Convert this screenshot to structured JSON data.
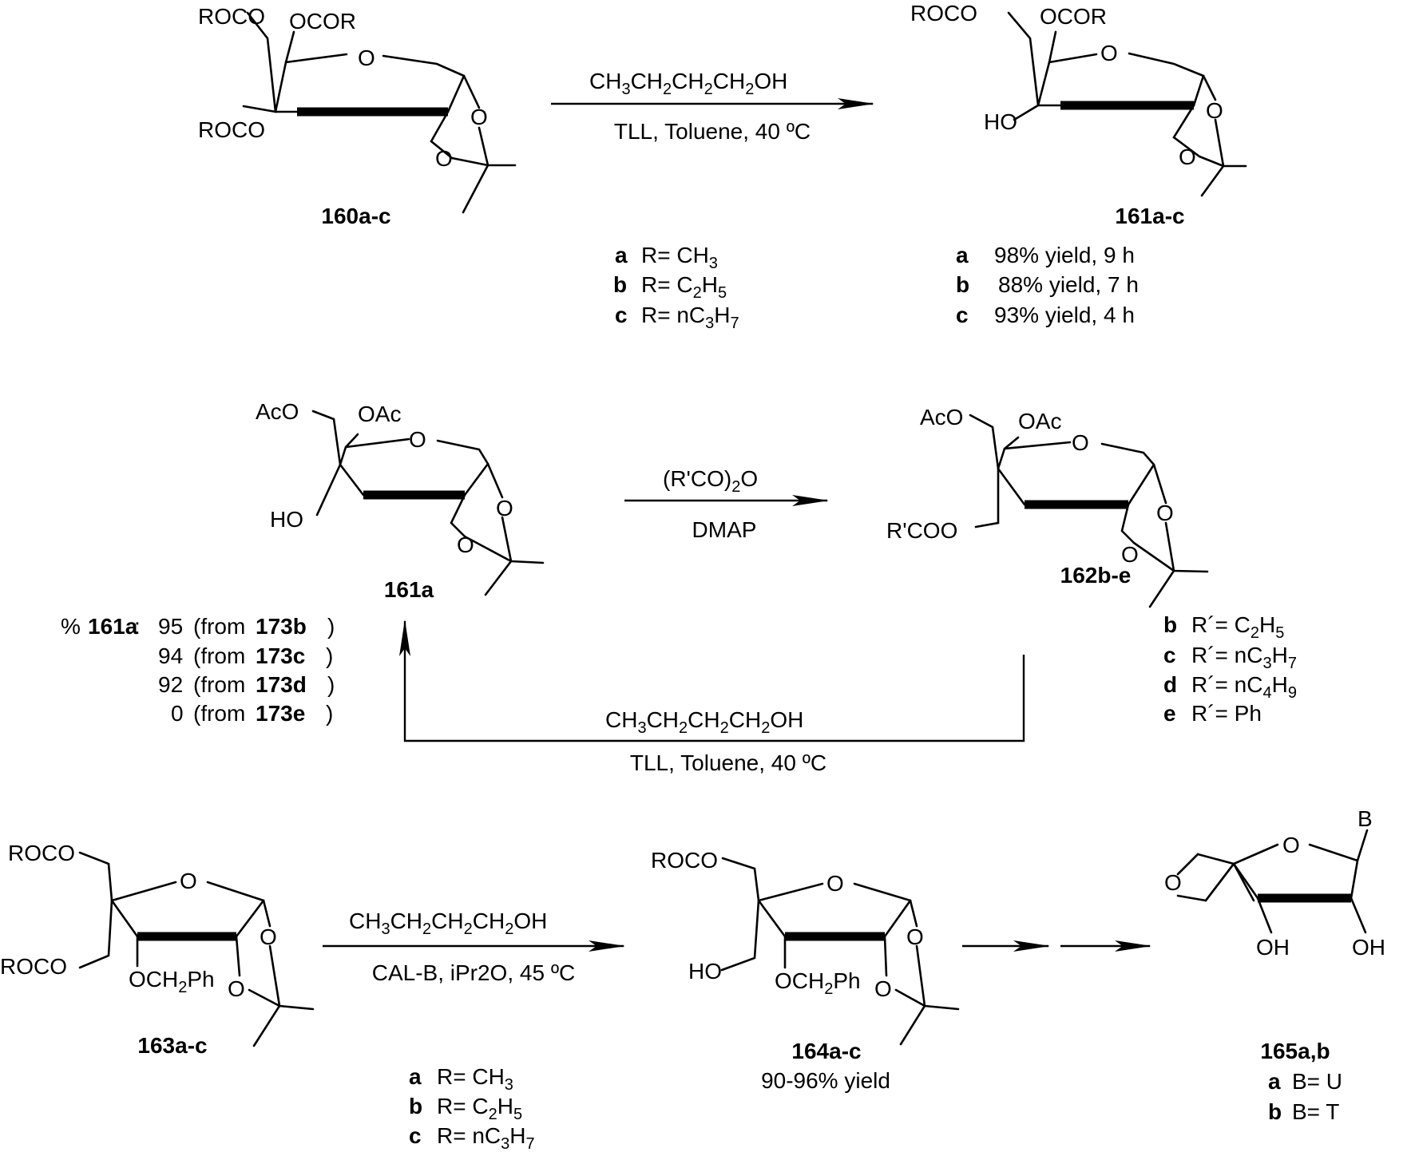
{
  "scheme1": {
    "sm": {
      "label": "160a-c",
      "top_ester": "ROCO",
      "bottom_ester": "ROCO",
      "ring_ester": "OCOR",
      "ring_o": "O",
      "acetonide_o1": "O",
      "acetonide_o2": "O"
    },
    "reagent_top": "CH3CH2CH2CH2OH",
    "reagent_bottom": "TLL, Toluene, 40 ºC",
    "product": {
      "label": "161a-c",
      "top_ester": "ROCO",
      "hydroxyl": "HO",
      "ring_ester": "OCOR",
      "ring_o": "O",
      "acetonide_o1": "O",
      "acetonide_o2": "O"
    },
    "r_groups": [
      {
        "key": "a",
        "text": "R= CH3"
      },
      {
        "key": "b",
        "text": "R= C2H5"
      },
      {
        "key": "c",
        "text": "R= nC3H7"
      }
    ],
    "yields": [
      {
        "key": "a",
        "text": "98% yield, 9 h"
      },
      {
        "key": "b",
        "text": "88% yield, 7 h"
      },
      {
        "key": "c",
        "text": "93% yield, 4 h"
      }
    ]
  },
  "scheme2": {
    "sm": {
      "label": "161a",
      "top_ester": "AcO",
      "ring_ester": "OAc",
      "hydroxyl": "HO",
      "ring_o": "O",
      "acetonide_o1": "O",
      "acetonide_o2": "O"
    },
    "reagent_top": "(R'CO)2O",
    "reagent_bottom": "DMAP",
    "product": {
      "label": "162b-e",
      "top_ester": "AcO",
      "ring_ester": "OAc",
      "bottom_ester": "R'COO",
      "ring_o": "O",
      "acetonide_o1": "O",
      "acetonide_o2": "O"
    },
    "r_groups": [
      {
        "key": "b",
        "text": "R´= C2H5"
      },
      {
        "key": "c",
        "text": "R´= nC3H7"
      },
      {
        "key": "d",
        "text": "R´= nC4H9"
      },
      {
        "key": "e",
        "text": "R´= Ph"
      }
    ],
    "return_reagent_top": "CH3CH2CH2CH2OH",
    "return_reagent_bottom": "TLL, Toluene, 40 ºC",
    "recovery": {
      "prefix": "%",
      "compound": "161a",
      "rows": [
        {
          "value": "95",
          "from_text": "(from",
          "compound": "173b",
          "close": ")"
        },
        {
          "value": "94",
          "from_text": "(from",
          "compound": "173c",
          "close": ")"
        },
        {
          "value": "92",
          "from_text": "(from",
          "compound": "173d",
          "close": ")"
        },
        {
          "value": "0",
          "from_text": "(from",
          "compound": "173e",
          "close": ")"
        }
      ]
    }
  },
  "scheme3": {
    "sm": {
      "label": "163a-c",
      "top_ester": "ROCO",
      "bottom_ester": "ROCO",
      "benzyl": "OCH2Ph",
      "ring_o": "O",
      "acetonide_o1": "O",
      "acetonide_o2": "O"
    },
    "reagent_top": "CH3CH2CH2CH2OH",
    "reagent_bottom": "CAL-B, iPr2O, 45 ºC",
    "product": {
      "label": "164a-c",
      "yield": "90-96% yield",
      "top_ester": "ROCO",
      "hydroxyl": "HO",
      "benzyl": "OCH2Ph",
      "ring_o": "O",
      "acetonide_o1": "O",
      "acetonide_o2": "O"
    },
    "r_groups": [
      {
        "key": "a",
        "text": "R= CH3"
      },
      {
        "key": "b",
        "text": "R= C2H5"
      },
      {
        "key": "c",
        "text": "R= nC3H7"
      }
    ],
    "final": {
      "label": "165a,b",
      "base": "B",
      "oxetane_o": "O",
      "ring_o": "O",
      "oh_left": "OH",
      "oh_right": "OH",
      "bases": [
        {
          "key": "a",
          "text": "B= U"
        },
        {
          "key": "b",
          "text": "B= T"
        }
      ]
    }
  }
}
